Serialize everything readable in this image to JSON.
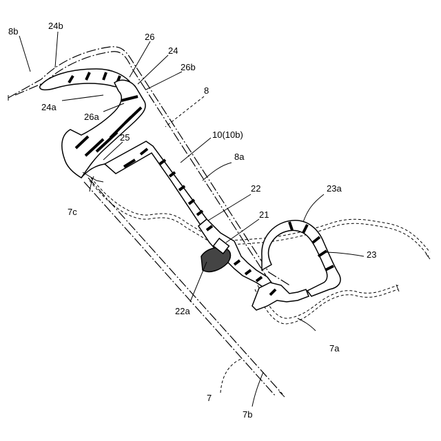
{
  "labels": {
    "l8b": "8b",
    "l24b": "24b",
    "l26": "26",
    "l24": "24",
    "l26b": "26b",
    "l8": "8",
    "l24a": "24a",
    "l26a": "26a",
    "l10": "10(10b)",
    "l25": "25",
    "l8a": "8a",
    "l22": "22",
    "l23a": "23a",
    "l7c": "7c",
    "l21": "21",
    "l23": "23",
    "l22a": "22a",
    "l7a": "7a",
    "l7": "7",
    "l7b": "7b"
  }
}
